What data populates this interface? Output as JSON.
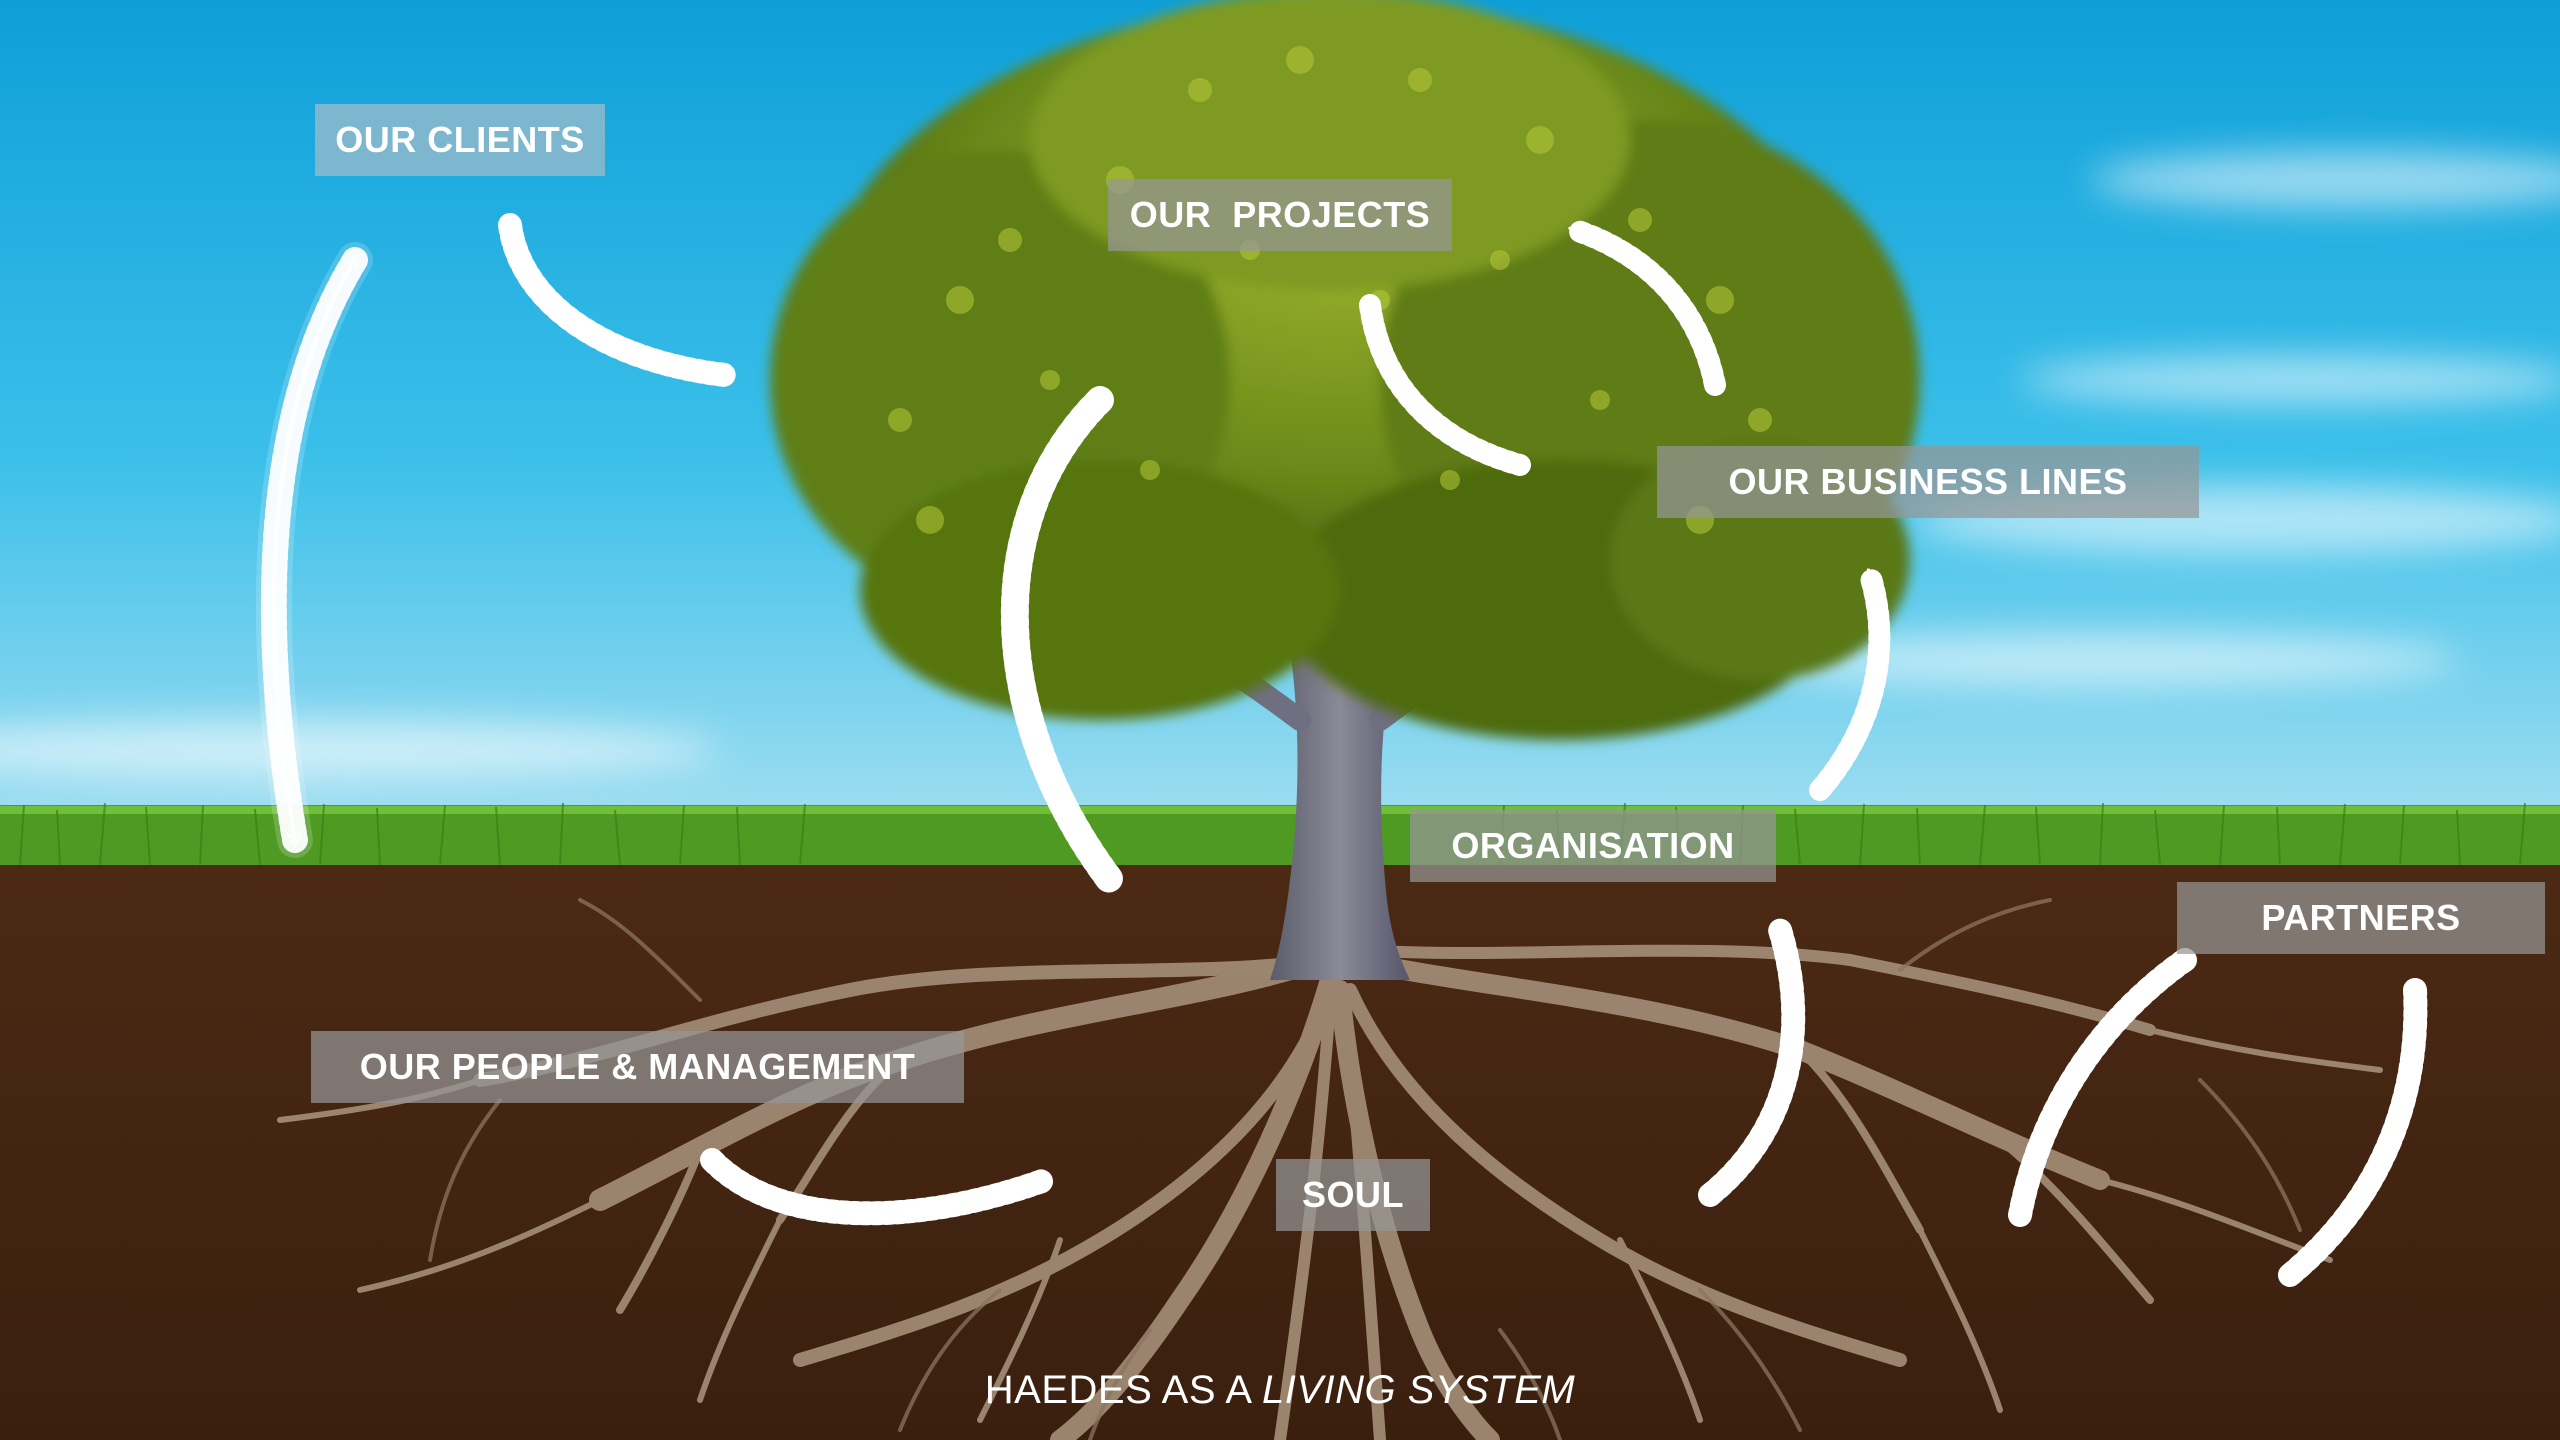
{
  "labels": {
    "our_clients": "OUR CLIENTS",
    "our_projects": "OUR  PROJECTS",
    "our_business_lines": "OUR BUSINESS LINES",
    "organisation": "ORGANISATION",
    "partners": "PARTNERS",
    "our_people_management": "OUR PEOPLE & MANAGEMENT",
    "soul": "SOUL"
  },
  "caption": {
    "prefix": "HAEDES AS A ",
    "emphasis": "LIVING SYSTEM"
  },
  "colors": {
    "sky_top": "#1aa8e0",
    "sky_bottom": "#8fd6f0",
    "grass": "#5aa52a",
    "soil": "#4a2a16",
    "foliage": "#6f8f1e",
    "trunk": "#6a6a78",
    "roots": "#a88e78",
    "label_bg": "#8c8c8c",
    "label_bg_blue": "#8eb8cd",
    "arrow": "#ffffff"
  },
  "icons": [
    "curved-arrow-icon"
  ]
}
